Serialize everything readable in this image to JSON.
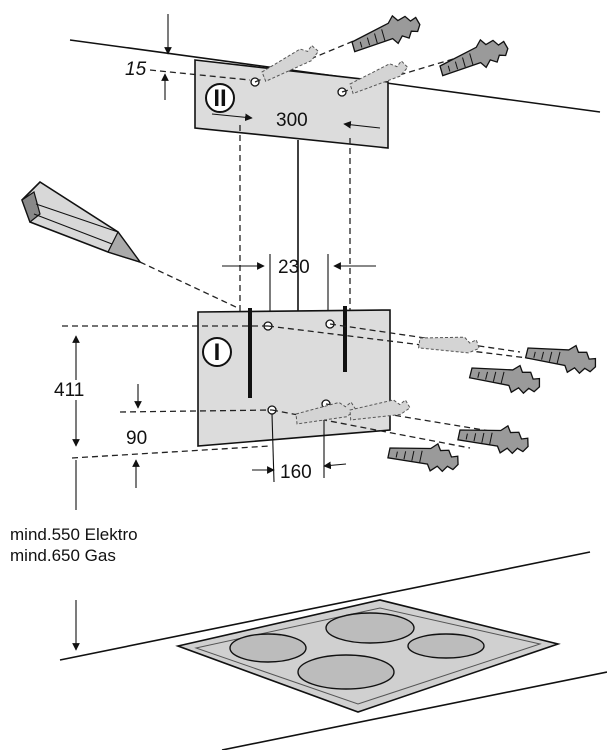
{
  "labels": {
    "upper_offset": "15",
    "upper_spacing": "300",
    "bracket_spacing": "230",
    "height_411": "411",
    "offset_90": "90",
    "lower_spacing": "160",
    "min_electric": "mind.550 Elektro",
    "min_gas": "mind.650 Gas"
  },
  "plates": {
    "upper_mark": "II",
    "lower_mark": "I"
  }
}
